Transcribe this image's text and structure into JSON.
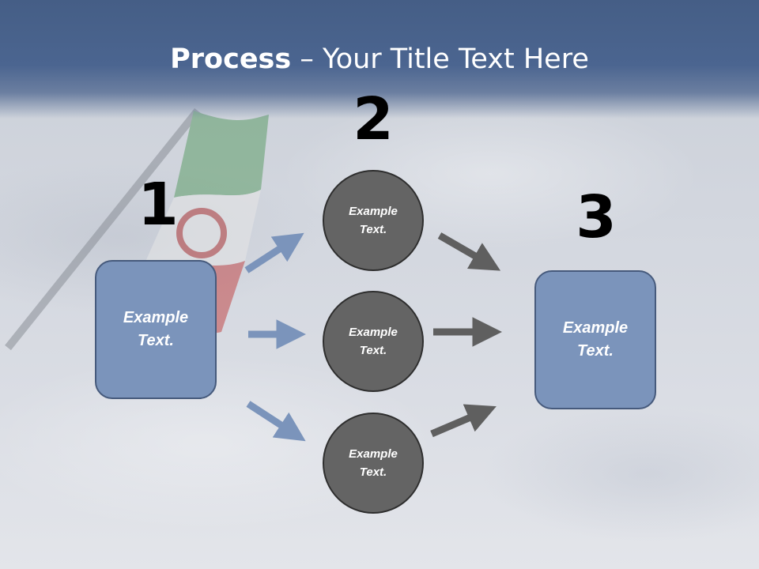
{
  "title": {
    "bold": "Process",
    "rest": " – Your Title Text Here"
  },
  "steps": {
    "one": {
      "number": "1",
      "line1": "Example",
      "line2": "Text."
    },
    "two": {
      "number": "2",
      "circles": [
        {
          "line1": "Example",
          "line2": "Text."
        },
        {
          "line1": "Example",
          "line2": "Text."
        },
        {
          "line1": "Example",
          "line2": "Text."
        }
      ]
    },
    "three": {
      "number": "3",
      "line1": "Example",
      "line2": "Text."
    }
  },
  "colors": {
    "box": "#7b94bb",
    "circle": "#646464",
    "arrow_blue": "#7b94bb",
    "arrow_gray": "#5f5f5f",
    "header": "#4b6590"
  }
}
